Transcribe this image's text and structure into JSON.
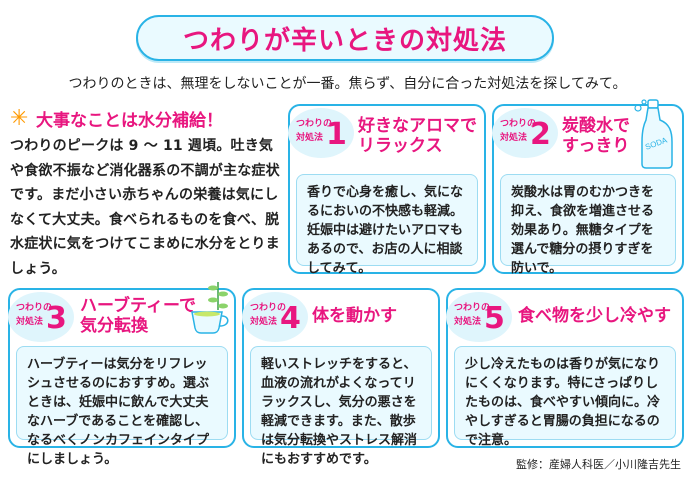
{
  "title": "つわりが辛いときの対処法",
  "subtitle": "つわりのときは、無理をしないことが一番。焦らず、自分に合った対処法を探してみて。",
  "intro": {
    "heading": "大事なことは水分補給！",
    "body": "つわりのピークは 9 ～ 11 週頃。吐き気や食欲不振など消化器系の不調が主な症状です。まだ小さい赤ちゃんの栄養は気にしなくて大丈夫。食べられるものを食べ、脱水症状に気をつけてこまめに水分をとりましょう。"
  },
  "badge_label_top": "つわりの",
  "badge_label_bottom": "対処法",
  "cards": [
    {
      "number": "1",
      "title_line1": "好きなアロマで",
      "title_line2": "リラックス",
      "body": "香りで心身を癒し、気になるにおいの不快感も軽減。妊娠中は避けたいアロマもあるので、お店の人に相談してみて。"
    },
    {
      "number": "2",
      "title_line1": "炭酸水で",
      "title_line2": "すっきり",
      "body": "炭酸水は胃のむかつきを抑え、食欲を増進させる効果あり。無糖タイプを選んで糖分の摂りすぎを防いで。"
    },
    {
      "number": "3",
      "title_line1": "ハーブティーで",
      "title_line2": "気分転換",
      "body": "ハーブティーは気分をリフレッシュさせるのにおすすめ。選ぶときは、妊娠中に飲んで大丈夫なハーブであることを確認し、なるべくノンカフェインタイプにしましょう。"
    },
    {
      "number": "4",
      "title_line1": "体を動かす",
      "title_line2": "",
      "body": "軽いストレッチをすると、血液の流れがよくなってリラックスし、気分の悪さを軽減できます。また、散歩は気分転換やストレス解消にもおすすめです。"
    },
    {
      "number": "5",
      "title_line1": "食べ物を少し冷やす",
      "title_line2": "",
      "body": "少し冷えたものは香りが気になりにくくなります。特にさっぱりしたものは、食べやすい傾向に。冷やしすぎると胃腸の負担になるので注意。"
    }
  ],
  "soda_label": "SODA",
  "credit": "監修：産婦人科医／小川隆吉先生",
  "colors": {
    "accent": "#e8167f",
    "border": "#29b3e6",
    "panel": "#eafaff"
  }
}
